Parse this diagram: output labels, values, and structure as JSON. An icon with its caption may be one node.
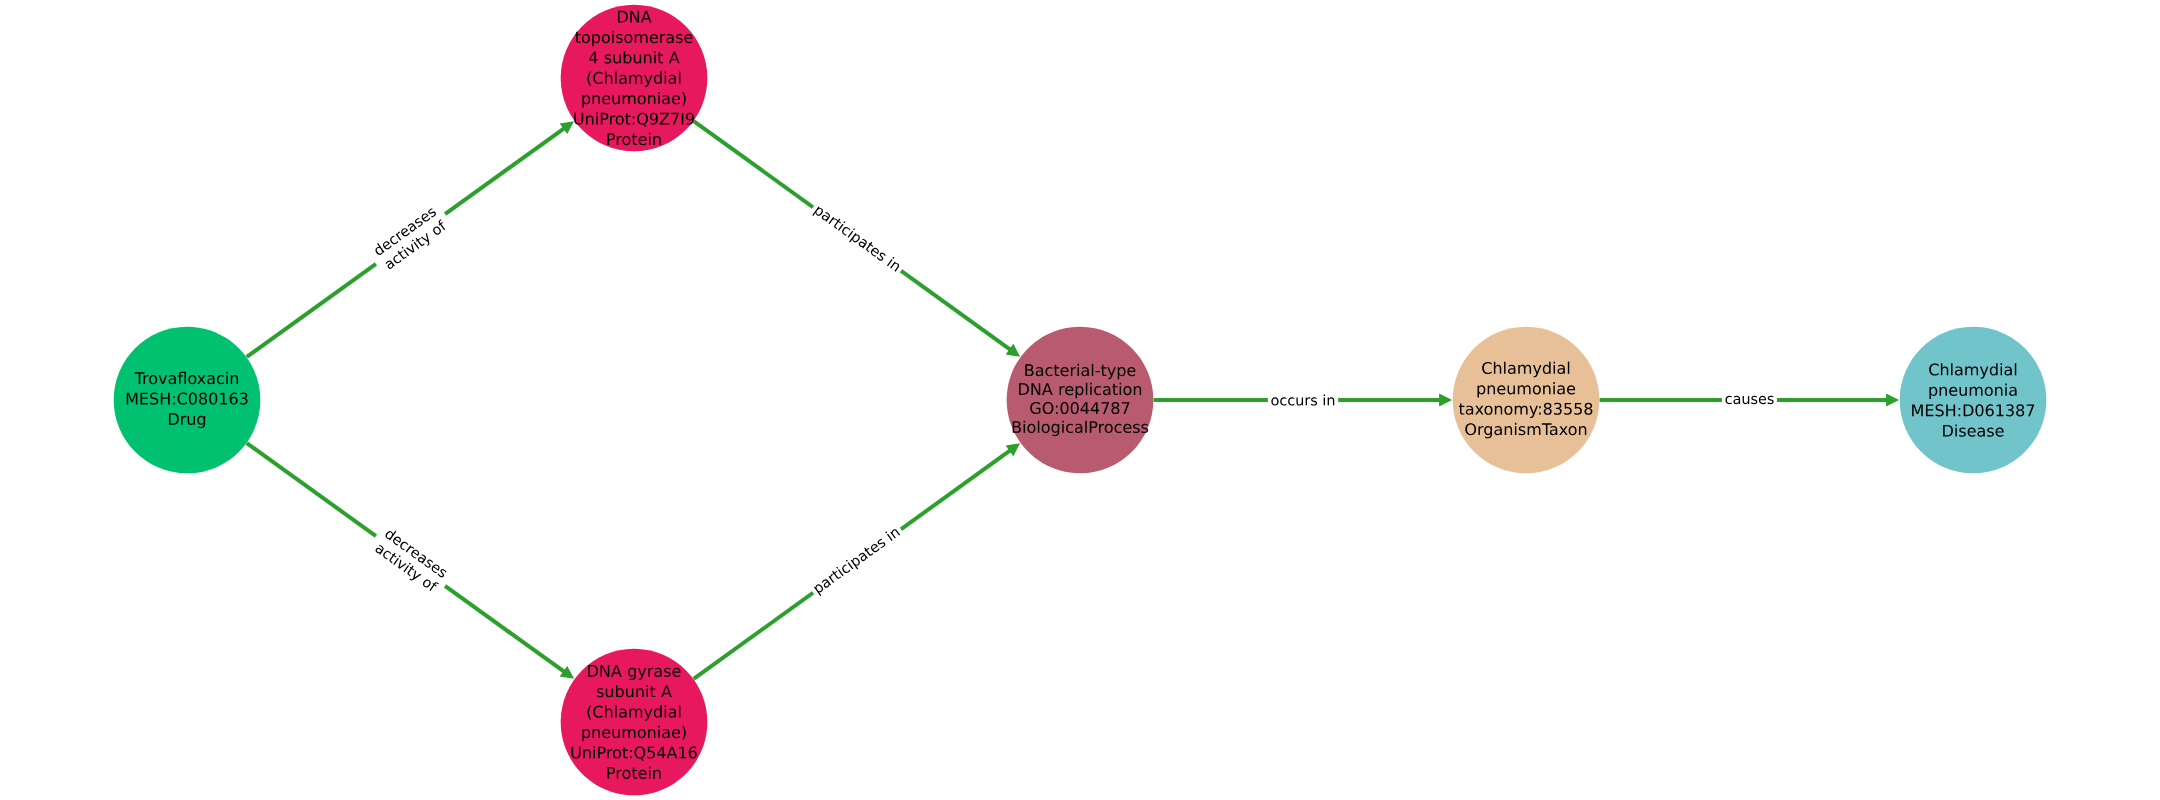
{
  "diagram": {
    "nodes": [
      {
        "text": [
          "Trovafloxacin",
          "MESH:C080163",
          "Drug"
        ]
      },
      {
        "text": [
          "DNA topoisomerase 4 subunit A (Chlamydial pneumoniae)",
          "UniProt:Q9Z7I9",
          "Protein"
        ]
      },
      {
        "text": [
          "DNA gyrase subunit A (Chlamydial pneumoniae)",
          "UniProt:Q54A16",
          "Protein"
        ]
      },
      {
        "text": [
          "Bacterial-type DNA replication",
          "GO:0044787",
          "BiologicalProcess"
        ]
      },
      {
        "text": [
          "Chlamydial pneumoniae",
          "taxonomy:83558",
          "OrganismTaxon"
        ]
      },
      {
        "text": [
          "Chlamydial pneumonia",
          "MESH:D061387",
          "Disease"
        ]
      }
    ],
    "edges": [
      {
        "from": 0,
        "to": 1,
        "arrow": "to",
        "label": "decreases activity of"
      },
      {
        "from": 0,
        "to": 2,
        "arrow": "to",
        "label": "decreases activity of"
      },
      {
        "from": 1,
        "to": 3,
        "arrow": "to",
        "label": "participates in"
      },
      {
        "from": 2,
        "to": 3,
        "arrow": "to",
        "label": "participates in"
      },
      {
        "from": 3,
        "to": 4,
        "arrow": "to",
        "label": "occurs in"
      },
      {
        "from": 4,
        "to": 5,
        "arrow": "to",
        "label": "causes"
      }
    ]
  }
}
